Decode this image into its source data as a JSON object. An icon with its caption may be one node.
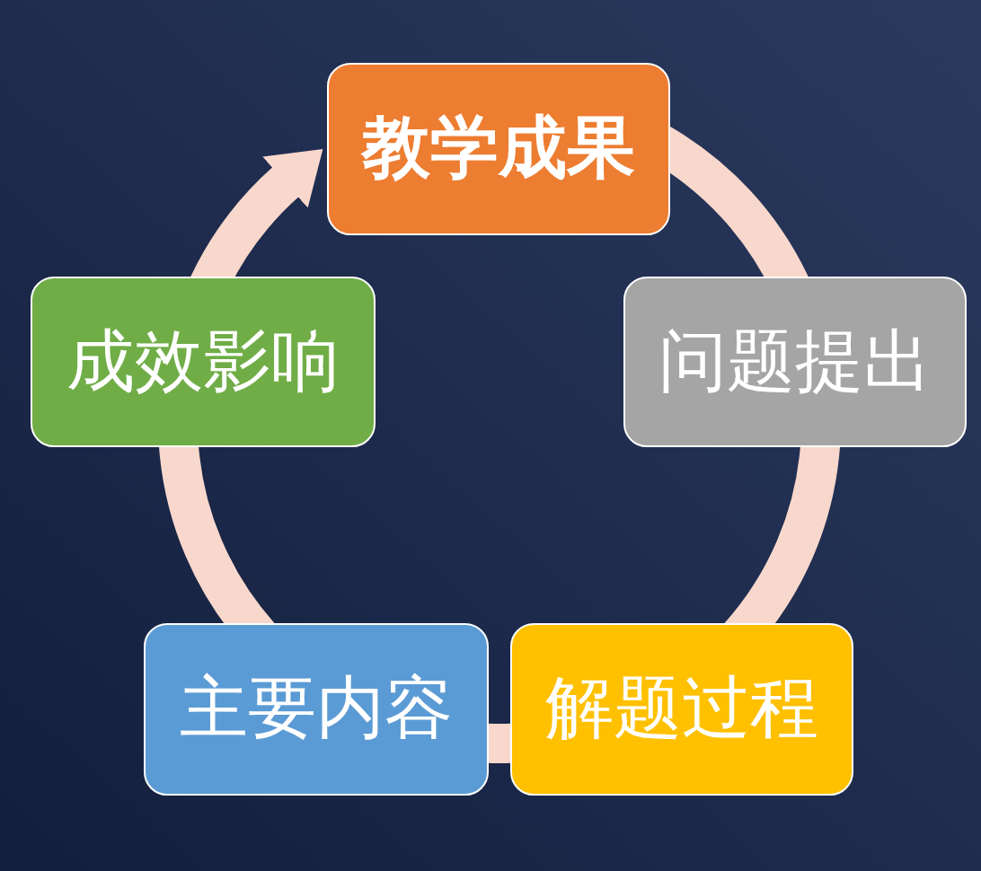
{
  "diagram": {
    "nodes": [
      {
        "text": [
          "教学成果"
        ]
      },
      {
        "text": [
          "成效影响"
        ]
      },
      {
        "text": [
          "问题提出"
        ]
      },
      {
        "text": [
          "主要内容"
        ]
      },
      {
        "text": [
          "解题过程"
        ]
      }
    ],
    "edges": [
      {
        "from": 0,
        "to": 2,
        "arrow": "none"
      },
      {
        "from": 2,
        "to": 4,
        "arrow": "none"
      },
      {
        "from": 4,
        "to": 3,
        "arrow": "none"
      },
      {
        "from": 3,
        "to": 1,
        "arrow": "none"
      },
      {
        "from": 1,
        "to": 0,
        "arrow": "to"
      }
    ]
  }
}
